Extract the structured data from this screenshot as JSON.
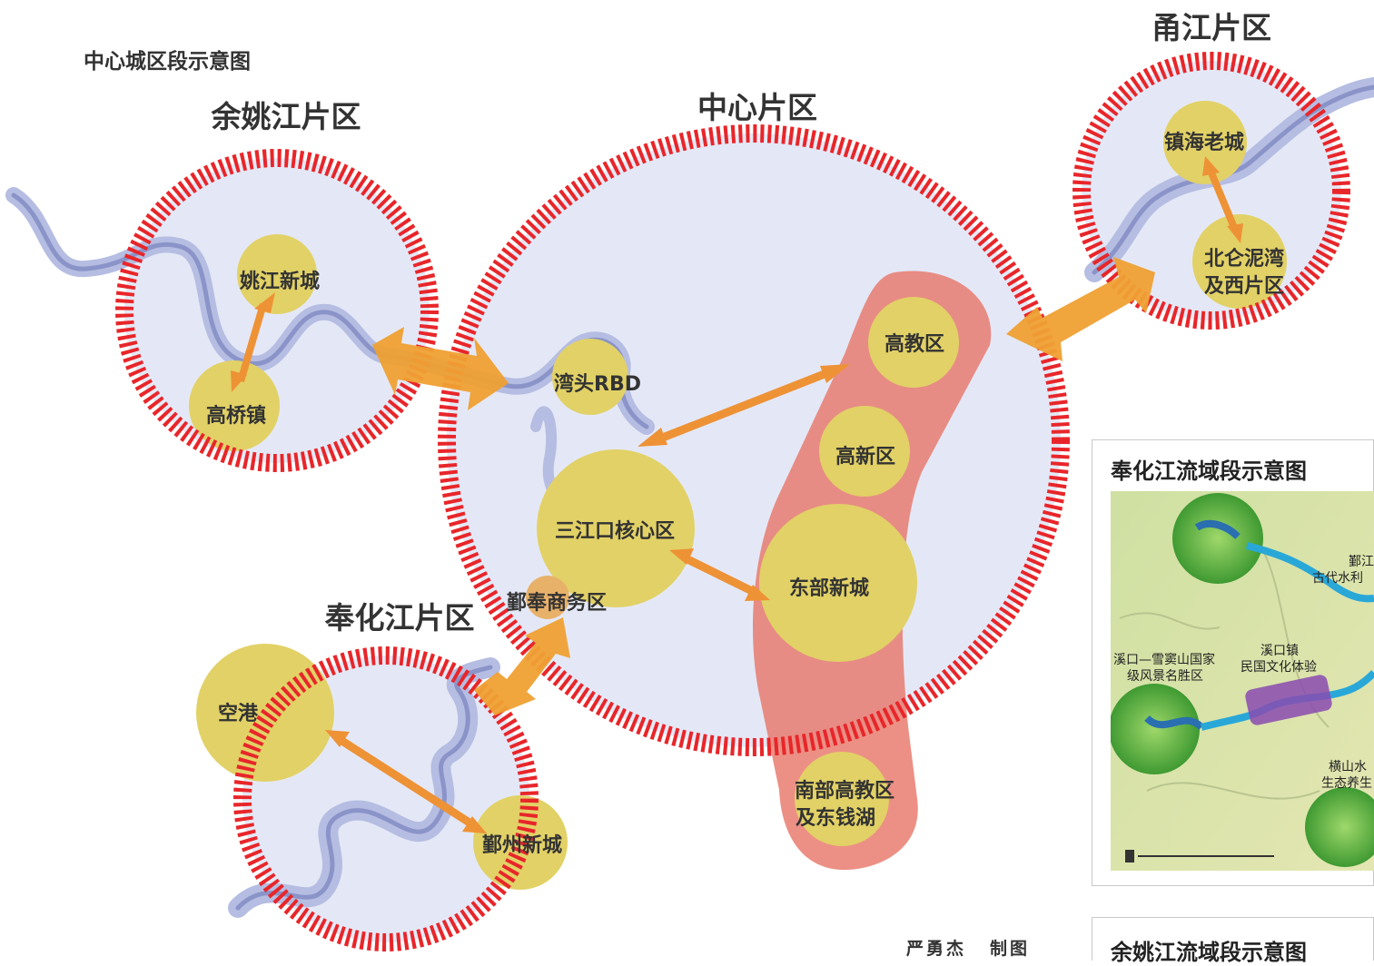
{
  "main_title": "中心城区段示意图",
  "districts": {
    "yaojiang": {
      "name": "余姚江片区",
      "nodes": [
        "姚江新城",
        "高桥镇"
      ]
    },
    "center": {
      "name": "中心片区",
      "nodes": [
        "湾头RBD",
        "三江口核心区",
        "鄞奉商务区",
        "高教区",
        "高新区",
        "东部新城",
        "南部高教区",
        "及东钱湖"
      ]
    },
    "yongjiang": {
      "name": "甬江片区",
      "nodes": [
        "镇海老城",
        "北仑泥湾",
        "及西片区"
      ]
    },
    "fenghua": {
      "name": "奉化江片区",
      "nodes": [
        "空港",
        "鄞州新城"
      ]
    }
  },
  "credit": {
    "author": "严勇杰",
    "role": "制图"
  },
  "inset_fenghua": {
    "title": "奉化江流域段示意图",
    "labels": [
      "鄞江",
      "古代水利",
      "溪口镇",
      "民国文化体验",
      "溪口—雪窦山国家",
      "级风景名胜区",
      "横山水",
      "生态养生"
    ]
  },
  "inset_yaojiang": {
    "title": "余姚江流域段示意图"
  },
  "colors": {
    "ring": "#e8262a",
    "district_fill": "#e4e8f6",
    "node_fill": "#e2d166",
    "arrow": "#ee9236",
    "river": "#8a94c8",
    "band": "#e8786a"
  }
}
